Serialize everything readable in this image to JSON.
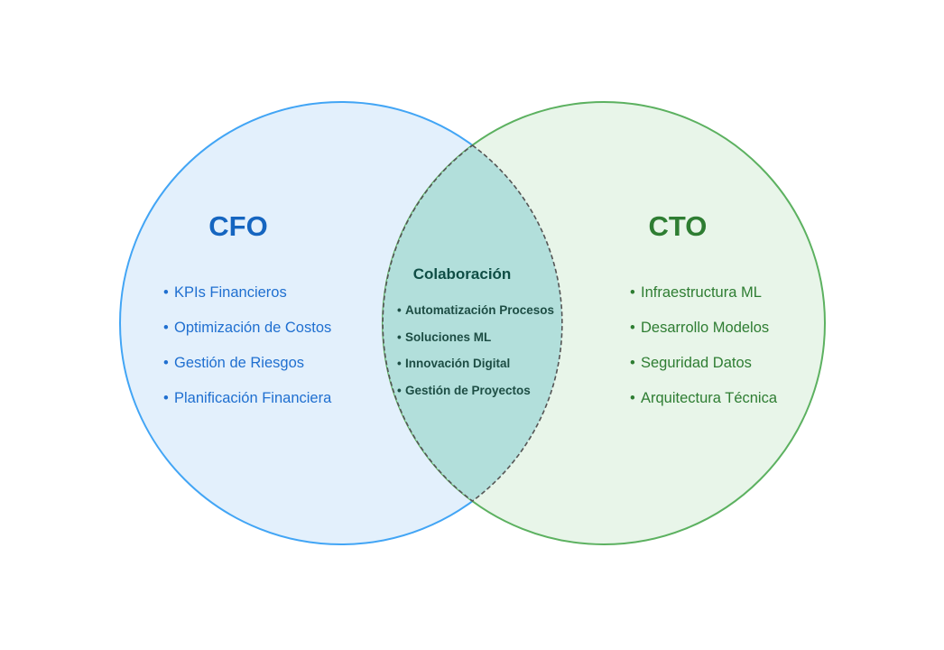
{
  "bullet": "•",
  "colors": {
    "cfo_fill": "#e3f0fc",
    "cfo_stroke": "#42a5f5",
    "cfo_text": "#1565c0",
    "cfo_item_text": "#1f6fd0",
    "cto_fill": "#e8f5e9",
    "cto_stroke": "#5cb160",
    "cto_text": "#2e7d32",
    "cto_item_text": "#2e7d32",
    "overlap_fill": "#b2dfdb",
    "overlap_stroke": "#555555"
  },
  "cfo": {
    "title": "CFO",
    "items": [
      "KPIs Financieros",
      "Optimización de Costos",
      "Gestión de Riesgos",
      "Planificación Financiera"
    ]
  },
  "cto": {
    "title": "CTO",
    "items": [
      "Infraestructura ML",
      "Desarrollo Modelos",
      "Seguridad Datos",
      "Arquitectura Técnica"
    ]
  },
  "overlap": {
    "title": "Colaboración",
    "items": [
      "Automatización Procesos",
      "Soluciones ML",
      "Innovación Digital",
      "Gestión de Proyectos"
    ]
  }
}
